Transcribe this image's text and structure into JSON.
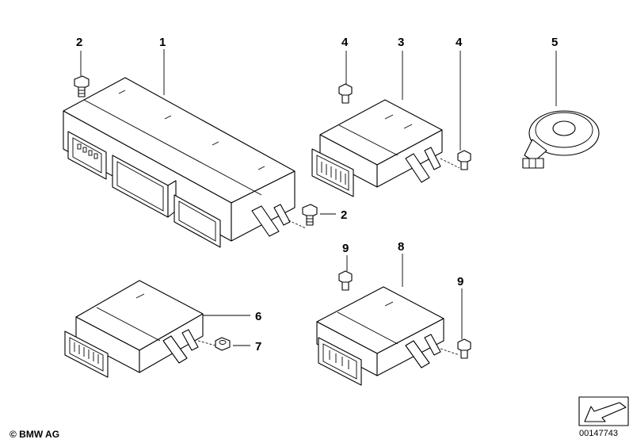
{
  "callouts": {
    "c1": "1",
    "c2a": "2",
    "c2b": "2",
    "c3": "3",
    "c4a": "4",
    "c4b": "4",
    "c5": "5",
    "c6": "6",
    "c7": "7",
    "c8": "8",
    "c9a": "9",
    "c9b": "9"
  },
  "footer": {
    "copyright": "© BMW AG",
    "part_number": "00147743"
  },
  "icons": {
    "direction_arrow": "arrow-down-left-icon"
  }
}
